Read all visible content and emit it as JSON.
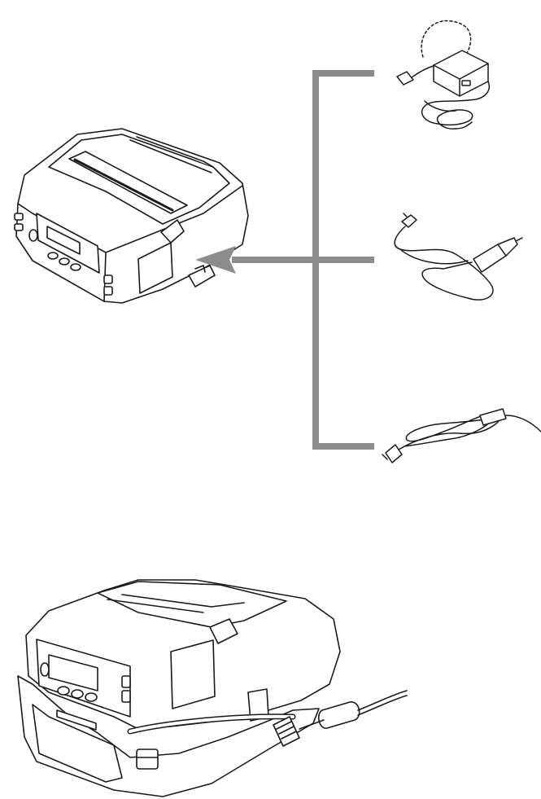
{
  "diagram": {
    "colors": {
      "background": "#ffffff",
      "line_art": "#1a1a1a",
      "connector": "#8c8c8c",
      "fill": "#ffffff"
    },
    "top_illustration": {
      "printer": "mobile-label-printer",
      "arrow": "connection-arrow",
      "bracket": "option-bracket",
      "options": [
        "ac-adapter",
        "car-adapter",
        "dc-cable"
      ]
    },
    "bottom_illustration": {
      "printer": "mobile-label-printer",
      "accessory": "cradle-with-cable"
    }
  }
}
